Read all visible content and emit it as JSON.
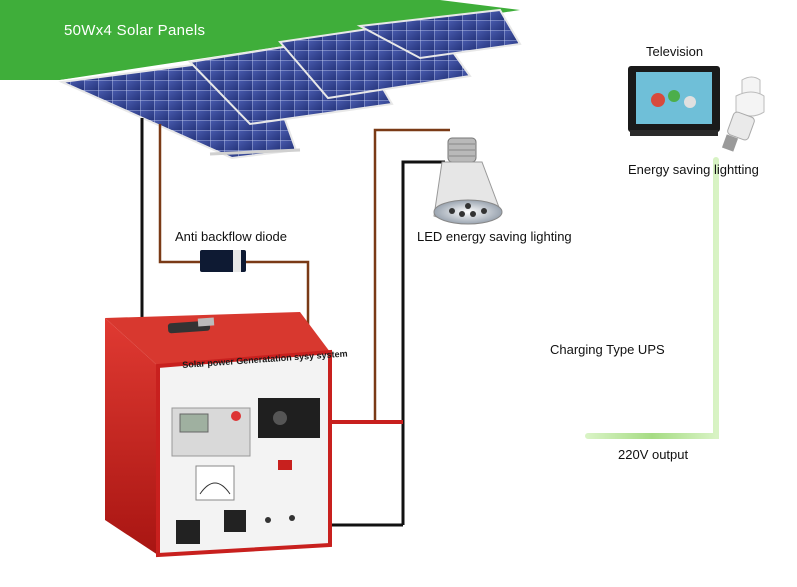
{
  "title": "50Wx4 Solar Panels",
  "labels": {
    "television": "Television",
    "energy_saving_lighting": "Energy saving lightting",
    "led_lighting": "LED energy saving lighting",
    "anti_backflow_diode": "Anti backflow diode",
    "charging_ups": "Charging Type UPS",
    "output_220v": "220V output"
  },
  "device": {
    "panel_title": "Solar power Generatation sysy system"
  },
  "colors": {
    "banner_green": "#3fae3a",
    "panel_blue": "#2f3f8f",
    "box_red": "#c8201e",
    "box_white": "#f2f2f2",
    "wire_dark": "#111111",
    "wire_brown": "#7a3a16",
    "wire_green": "#b7e39a"
  }
}
